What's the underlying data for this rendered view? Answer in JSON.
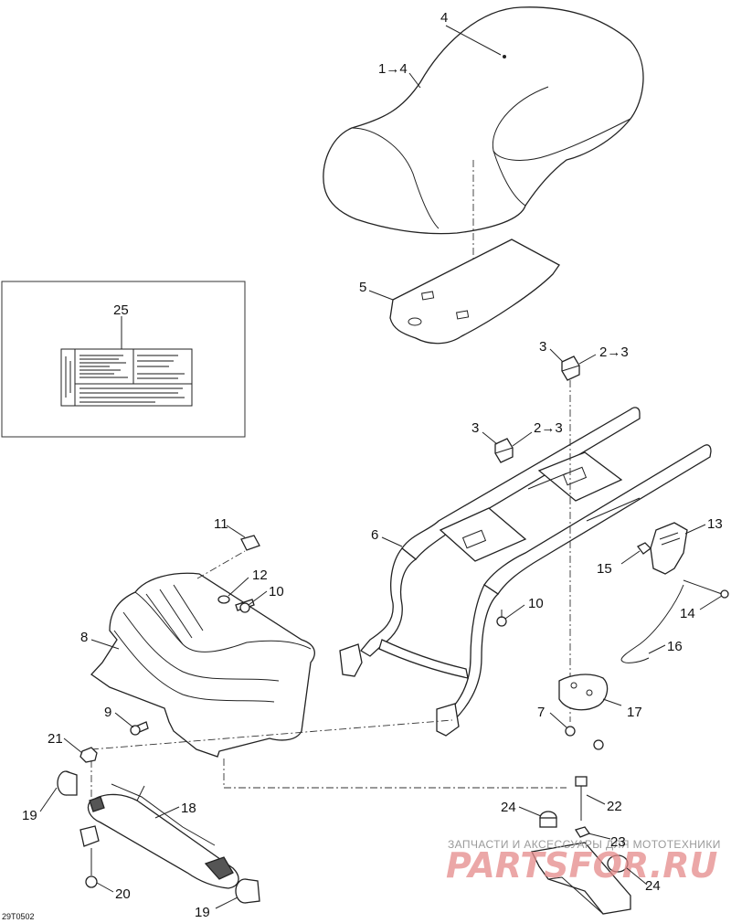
{
  "callouts": {
    "c4": "4",
    "c1to4": "1→4",
    "c5": "5",
    "c25": "25",
    "c3a": "3",
    "c2to3a": "2→3",
    "c3b": "3",
    "c2to3b": "2→3",
    "c6": "6",
    "c11": "11",
    "c12": "12",
    "c10a": "10",
    "c10b": "10",
    "c8": "8",
    "c9": "9",
    "c13": "13",
    "c15": "15",
    "c14": "14",
    "c16": "16",
    "c17": "17",
    "c7": "7",
    "c21": "21",
    "c19a": "19",
    "c18": "18",
    "c20": "20",
    "c19b": "19",
    "c24a": "24",
    "c22": "22",
    "c23": "23",
    "c24b": "24"
  },
  "drawing_ref": "29T0502",
  "watermark": {
    "subtitle": "ЗАПЧАСТИ И АКСЕССУАРЫ ДЛЯ МОТОТЕХНИКИ",
    "brand": "PARTSFOR.RU"
  },
  "colors": {
    "line": "#222222",
    "watermark_text": "#9a9a9a",
    "watermark_brand": "#e58a8a"
  }
}
